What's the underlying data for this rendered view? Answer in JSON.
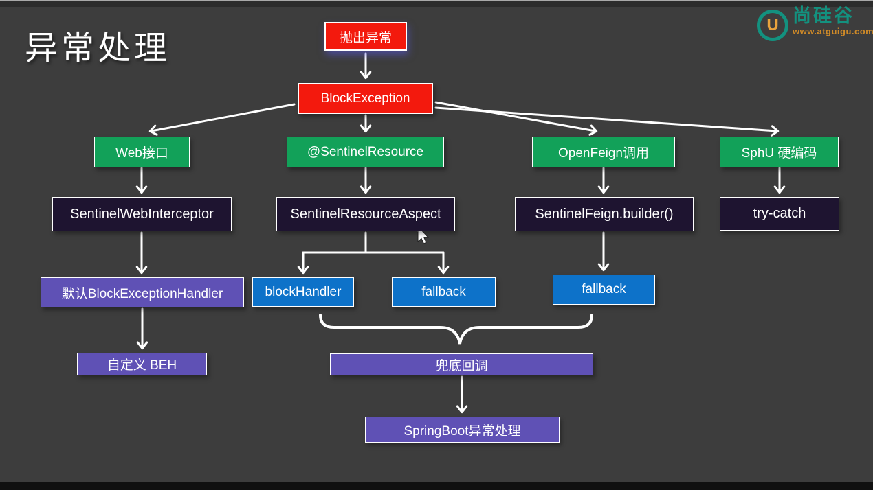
{
  "page": {
    "title": "异常处理"
  },
  "logo": {
    "monogram": "U",
    "brand": "尚硅谷",
    "url": "www.atguigu.com"
  },
  "colors": {
    "background": "#3d3d3d",
    "red": "#f3190d",
    "green": "#12a159",
    "dark_navy": "#1e1430",
    "purple": "#5f51b5",
    "blue": "#0d72c9",
    "arrow": "#ffffff",
    "logo_teal": "#13917f",
    "logo_orange": "#cf8a28"
  },
  "nodes": {
    "throw_exception": {
      "label": "抛出异常",
      "color": "red"
    },
    "block_exception": {
      "label": "BlockException",
      "color": "red"
    },
    "web_api": {
      "label": "Web接口",
      "color": "green"
    },
    "sentinel_resource": {
      "label": "@SentinelResource",
      "color": "green"
    },
    "openfeign_call": {
      "label": "OpenFeign调用",
      "color": "green"
    },
    "sphu_hardcode": {
      "label": "SphU 硬编码",
      "color": "green"
    },
    "sentinel_web_interceptor": {
      "label": "SentinelWebInterceptor",
      "color": "dark_navy"
    },
    "sentinel_resource_aspect": {
      "label": "SentinelResourceAspect",
      "color": "dark_navy"
    },
    "sentinel_feign_builder": {
      "label": "SentinelFeign.builder()",
      "color": "dark_navy"
    },
    "try_catch": {
      "label": "try-catch",
      "color": "dark_navy"
    },
    "default_beh": {
      "label": "默认BlockExceptionHandler",
      "color": "purple"
    },
    "block_handler": {
      "label": "blockHandler",
      "color": "blue"
    },
    "fallback_annotation": {
      "label": "fallback",
      "color": "blue"
    },
    "fallback_feign": {
      "label": "fallback",
      "color": "blue"
    },
    "custom_beh": {
      "label": "自定义 BEH",
      "color": "purple"
    },
    "bottom_callback": {
      "label": "兜底回调",
      "color": "purple"
    },
    "springboot_handler": {
      "label": "SpringBoot异常处理",
      "color": "purple"
    }
  },
  "edges": [
    {
      "from": "抛出异常",
      "to": "BlockException"
    },
    {
      "from": "BlockException",
      "to": "Web接口"
    },
    {
      "from": "BlockException",
      "to": "@SentinelResource"
    },
    {
      "from": "BlockException",
      "to": "OpenFeign调用"
    },
    {
      "from": "BlockException",
      "to": "SphU 硬编码"
    },
    {
      "from": "Web接口",
      "to": "SentinelWebInterceptor"
    },
    {
      "from": "@SentinelResource",
      "to": "SentinelResourceAspect"
    },
    {
      "from": "OpenFeign调用",
      "to": "SentinelFeign.builder()"
    },
    {
      "from": "SphU 硬编码",
      "to": "try-catch"
    },
    {
      "from": "SentinelWebInterceptor",
      "to": "默认BlockExceptionHandler"
    },
    {
      "from": "SentinelResourceAspect",
      "to": "blockHandler"
    },
    {
      "from": "SentinelResourceAspect",
      "to": "fallback"
    },
    {
      "from": "SentinelFeign.builder()",
      "to": "fallback"
    },
    {
      "from": "默认BlockExceptionHandler",
      "to": "自定义 BEH"
    },
    {
      "from": "blockHandler + fallback + fallback",
      "to": "兜底回调",
      "via": "curly-brace"
    },
    {
      "from": "兜底回调",
      "to": "SpringBoot异常处理"
    }
  ]
}
